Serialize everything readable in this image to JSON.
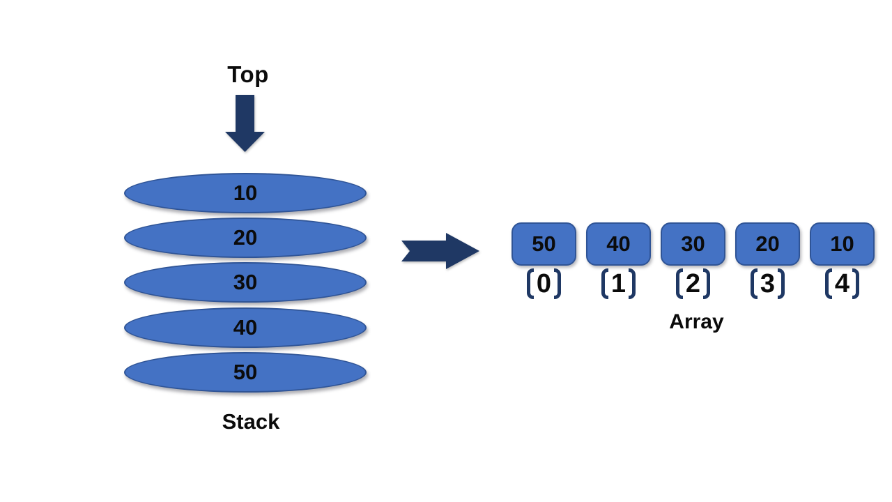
{
  "diagram": {
    "stack": {
      "pointer_label": "Top",
      "caption": "Stack",
      "items": [
        "10",
        "20",
        "30",
        "40",
        "50"
      ]
    },
    "array": {
      "caption": "Array",
      "cells": [
        {
          "value": "50",
          "index": "0"
        },
        {
          "value": "40",
          "index": "1"
        },
        {
          "value": "30",
          "index": "2"
        },
        {
          "value": "20",
          "index": "3"
        },
        {
          "value": "10",
          "index": "4"
        }
      ]
    },
    "colors": {
      "fill": "#4472C4",
      "border": "#2F5496",
      "arrow": "#1F3864",
      "label": "#0b0b0b"
    }
  }
}
